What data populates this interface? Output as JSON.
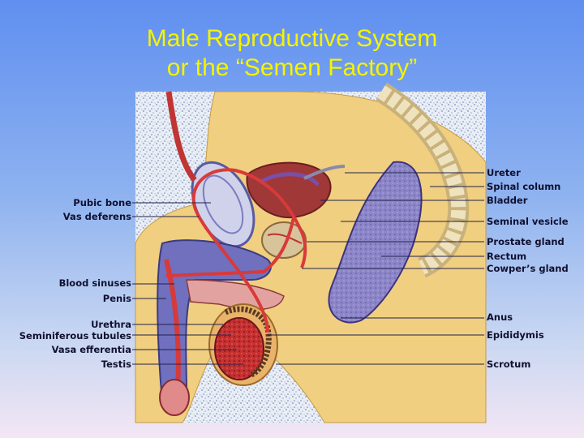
{
  "title": {
    "line1": "Male Reproductive System",
    "line2": "or the “Semen Factory”"
  },
  "labels_left": [
    "Pubic bone",
    "Vas deferens",
    "Blood sinuses",
    "Penis",
    "Urethra",
    "Seminiferous tubules",
    "Vasa efferentia",
    "Testis"
  ],
  "labels_right": [
    "Ureter",
    "Spinal column",
    "Bladder",
    "Seminal vesicle",
    "Prostate gland",
    "Rectum",
    "Cowper’s gland",
    "Anus",
    "Epididymis",
    "Scrotum"
  ],
  "colors": {
    "title": "#f4f400",
    "skin": "#f1cf80",
    "tissue_red": "#d83a3a",
    "bladder_purple": "#6a6ab8",
    "rectum_purple": "#5a4aa8"
  }
}
